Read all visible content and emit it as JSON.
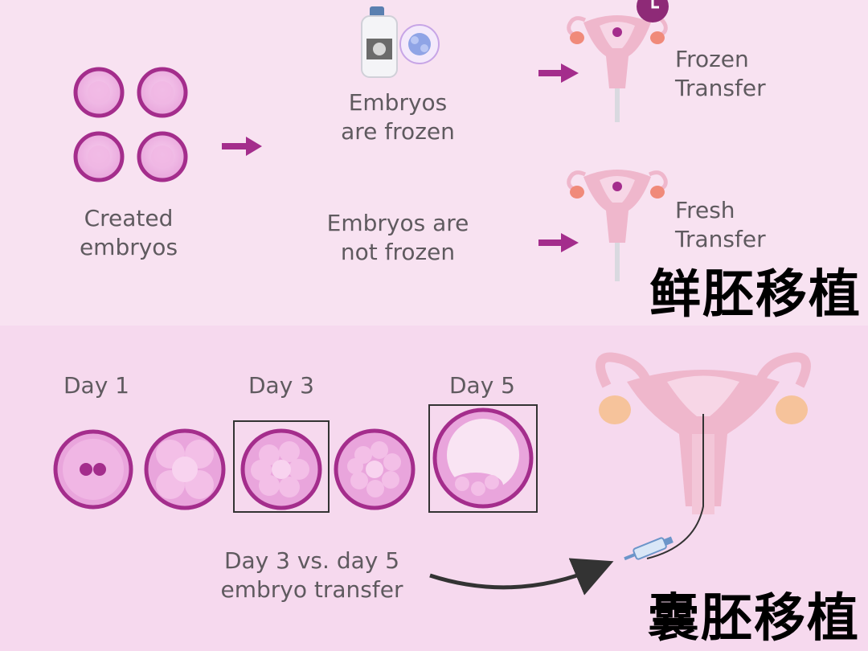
{
  "top": {
    "created_label": "Created\nembryos",
    "frozen_label": "Embryos\nare frozen",
    "not_frozen_label": "Embryos are\nnot frozen",
    "frozen_transfer": "Frozen\nTransfer",
    "fresh_transfer": "Fresh\nTransfer",
    "cn_fresh": "鲜胚移植"
  },
  "bottom": {
    "days": [
      "Day 1",
      "Day 3",
      "Day 5"
    ],
    "caption": "Day 3 vs. day 5\nembryo transfer",
    "cn_blast": "囊胚移植"
  },
  "colors": {
    "purple": "#a42d8c",
    "embryo_fill": "#e7a2da",
    "cell": "#f0b6e4",
    "uterus": "#efb7cc",
    "ovary": "#f08a7a"
  }
}
